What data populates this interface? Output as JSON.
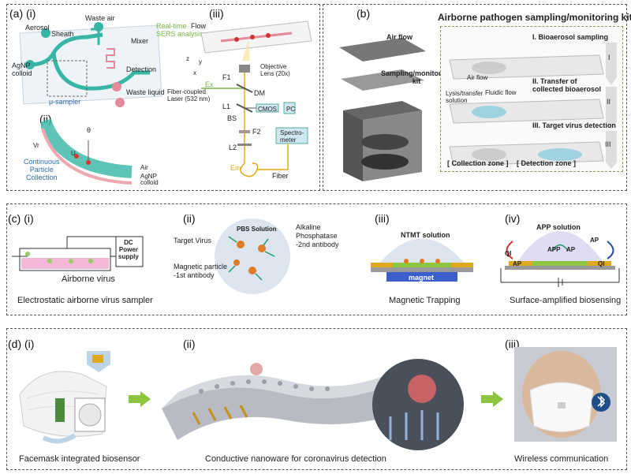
{
  "panel_a": {
    "id": "(a)",
    "sub_i": "(i)",
    "sub_ii": "(ii)",
    "sub_iii": "(iii)",
    "aerosol": "Aerosol",
    "sheath": "Sheath",
    "waste_air": "Waste air",
    "mixer": "Mixer",
    "agnp": "AgNP\ncolloid",
    "detection": "Detection",
    "waste_liquid": "Waste liquid",
    "sampler": "μ-sampler",
    "realtime": "Real-time\nSERS analysis",
    "flow": "Flow",
    "objective": "Objective\nLens (20x)",
    "ex": "Ex",
    "f1": "F1",
    "laser": "Fiber-coupled\nLaser (532 nm)",
    "dm": "DM",
    "l1": "L1",
    "bs": "BS",
    "cmos": "CMOS",
    "pc": "PC",
    "f2": "F2",
    "l2": "L2",
    "spectrometer": "Spectro-\nmeter",
    "em": "Em",
    "fiber": "Fiber",
    "theta": "θ",
    "vr": "Vr",
    "vt": "U",
    "cpc": "Continuous\nParticle\nCollection",
    "air": "Air",
    "agnp_colloid2": "AgNP\ncolloid",
    "axis_z": "z",
    "axis_y": "y",
    "axis_x": "x"
  },
  "panel_b": {
    "id": "(b)",
    "title": "Airborne pathogen sampling/monitoring kit",
    "air_flow": "Air flow",
    "kit": "Sampling/monitoring\nkit",
    "step1": "I. Bioaerosol sampling",
    "step2": "II. Transfer of\ncollected bioaerosol",
    "step3": "III. Target virus detection",
    "air_flow2": "Air flow",
    "lysis": "Lysis/transfer\nsolution",
    "fluidic": "Fluidic flow",
    "roman1": "I",
    "roman2": "II",
    "roman3": "III",
    "collection_zone": "[ Collection zone ]",
    "detection_zone": "[ Detection zone ]"
  },
  "panel_c": {
    "id": "(c)",
    "sub_i": "(i)",
    "sub_ii": "(ii)",
    "sub_iii": "(iii)",
    "sub_iv": "(iv)",
    "dc": "DC\nPower\nsupply",
    "airborne_virus": "Airborne virus",
    "cap_i": "Electrostatic airborne virus sampler",
    "pbs": "PBS Solution",
    "target_virus": "Target Virus",
    "alkaline": "Alkaline\nPhosphatase\n-2nd antibody",
    "magnetic": "Magnetic particle\n-1st antibody",
    "ntmt": "NTMT solution",
    "magnet": "magnet",
    "cap_iii": "Magnetic Trapping",
    "app_solution": "APP solution",
    "qi": "QI",
    "ap": "AP",
    "app": "APP",
    "cap_iv": "Surface-amplified biosensing"
  },
  "panel_d": {
    "id": "(d)",
    "sub_i": "(i)",
    "sub_ii": "(ii)",
    "sub_iii": "(iii)",
    "cap_i": "Facemask integrated biosensor",
    "cap_ii": "Conductive nanoware for coronavirus detection",
    "cap_iii": "Wireless communication"
  },
  "colors": {
    "teal": "#37b5a6",
    "arrow_green": "#8cc63f",
    "magnet_blue": "#3a5fcd",
    "gold": "#e0a81c",
    "pink": "#f3b8d8"
  }
}
